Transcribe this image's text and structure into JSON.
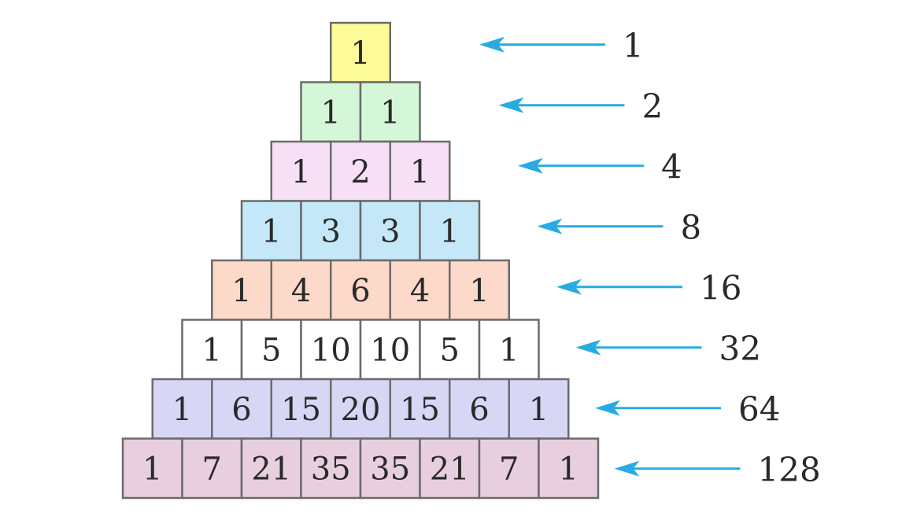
{
  "rows": [
    {
      "values": [
        "1"
      ],
      "color": "#fdfb97",
      "sum": "1"
    },
    {
      "values": [
        "1",
        "1"
      ],
      "color": "#d4f7d7",
      "sum": "2"
    },
    {
      "values": [
        "1",
        "2",
        "1"
      ],
      "color": "#f7dff5",
      "sum": "4"
    },
    {
      "values": [
        "1",
        "3",
        "3",
        "1"
      ],
      "color": "#c4e8f7",
      "sum": "8"
    },
    {
      "values": [
        "1",
        "4",
        "6",
        "4",
        "1"
      ],
      "color": "#fcd9c8",
      "sum": "16"
    },
    {
      "values": [
        "1",
        "5",
        "10",
        "10",
        "5",
        "1"
      ],
      "color": "#ffffff",
      "sum": "32"
    },
    {
      "values": [
        "1",
        "6",
        "15",
        "20",
        "15",
        "6",
        "1"
      ],
      "color": "#d7d6f4",
      "sum": "64"
    },
    {
      "values": [
        "1",
        "7",
        "21",
        "35",
        "35",
        "21",
        "7",
        "1"
      ],
      "color": "#e8cfdf",
      "sum": "128"
    }
  ],
  "arrow_color": "#29abe2"
}
